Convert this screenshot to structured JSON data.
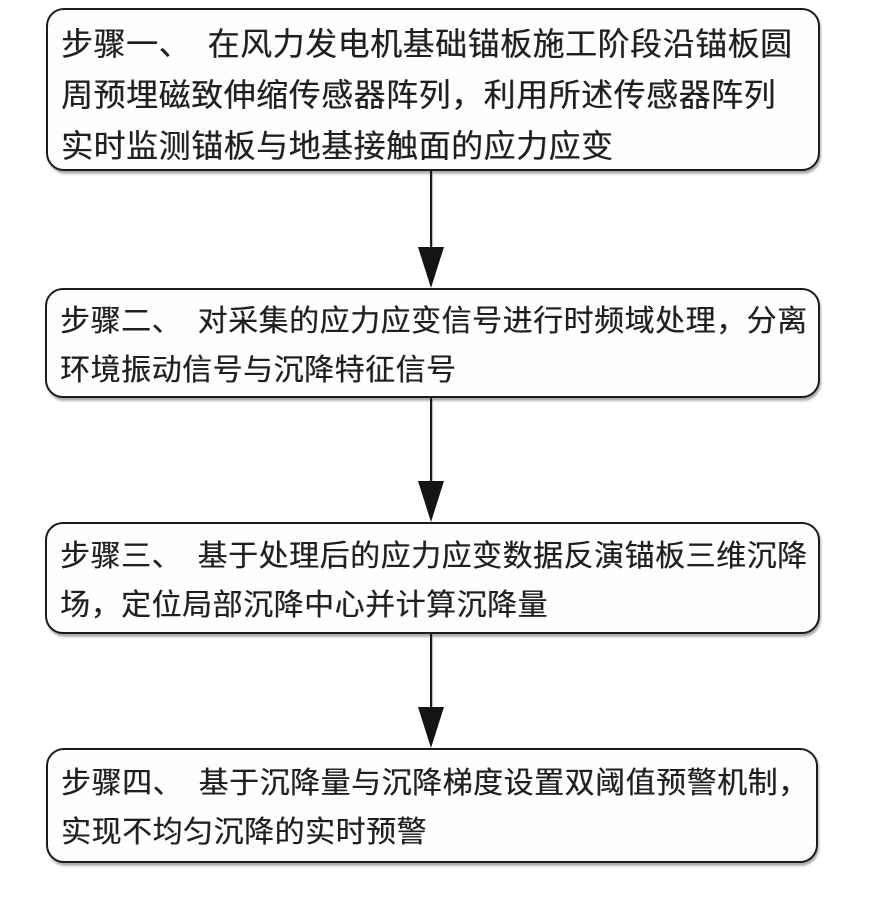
{
  "page": {
    "background_color": "#ffffff",
    "stroke_color": "#1b1b1b",
    "text_color": "#1f1f1f"
  },
  "diagram": {
    "type": "flowchart",
    "direction": "top-down",
    "steps": [
      {
        "id": "step-1",
        "label": "步骤一",
        "text": "步骤一、在风力发电机基础锚板施工阶段沿锚板圆周预埋磁致伸缩传感器阵列，利用所述传感器阵列实时监测锚板与地基接触面的应力应变",
        "lines": [
          "步骤一、　在风力发电机基础锚板施工阶段沿锚板圆",
          "周预埋磁致伸缩传感器阵列，利用所述传感器阵列",
          "实时监测锚板与地基接触面的应力应变"
        ]
      },
      {
        "id": "step-2",
        "label": "步骤二",
        "text": "步骤二、对采集的应力应变信号进行时频域处理，分离环境振动信号与沉降特征信号",
        "lines": [
          "步骤二、　对采集的应力应变信号进行时频域处理，分离",
          "环境振动信号与沉降特征信号"
        ]
      },
      {
        "id": "step-3",
        "label": "步骤三",
        "text": "步骤三、基于处理后的应力应变数据反演锚板三维沉降场，定位局部沉降中心并计算沉降量",
        "lines": [
          "步骤三、　基于处理后的应力应变数据反演锚板三维沉降",
          "场，定位局部沉降中心并计算沉降量"
        ]
      },
      {
        "id": "step-4",
        "label": "步骤四",
        "text": "步骤四、基于沉降量与沉降梯度设置双阈值预警机制，实现不均匀沉降的实时预警",
        "lines": [
          "步骤四、　基于沉降量与沉降梯度设置双阈值预警机制，",
          "实现不均匀沉降的实时预警"
        ]
      }
    ],
    "connectors": [
      {
        "from": "step-1",
        "to": "step-2",
        "style": "solid-arrow-down"
      },
      {
        "from": "step-2",
        "to": "step-3",
        "style": "solid-arrow-down"
      },
      {
        "from": "step-3",
        "to": "step-4",
        "style": "solid-arrow-down"
      }
    ]
  }
}
